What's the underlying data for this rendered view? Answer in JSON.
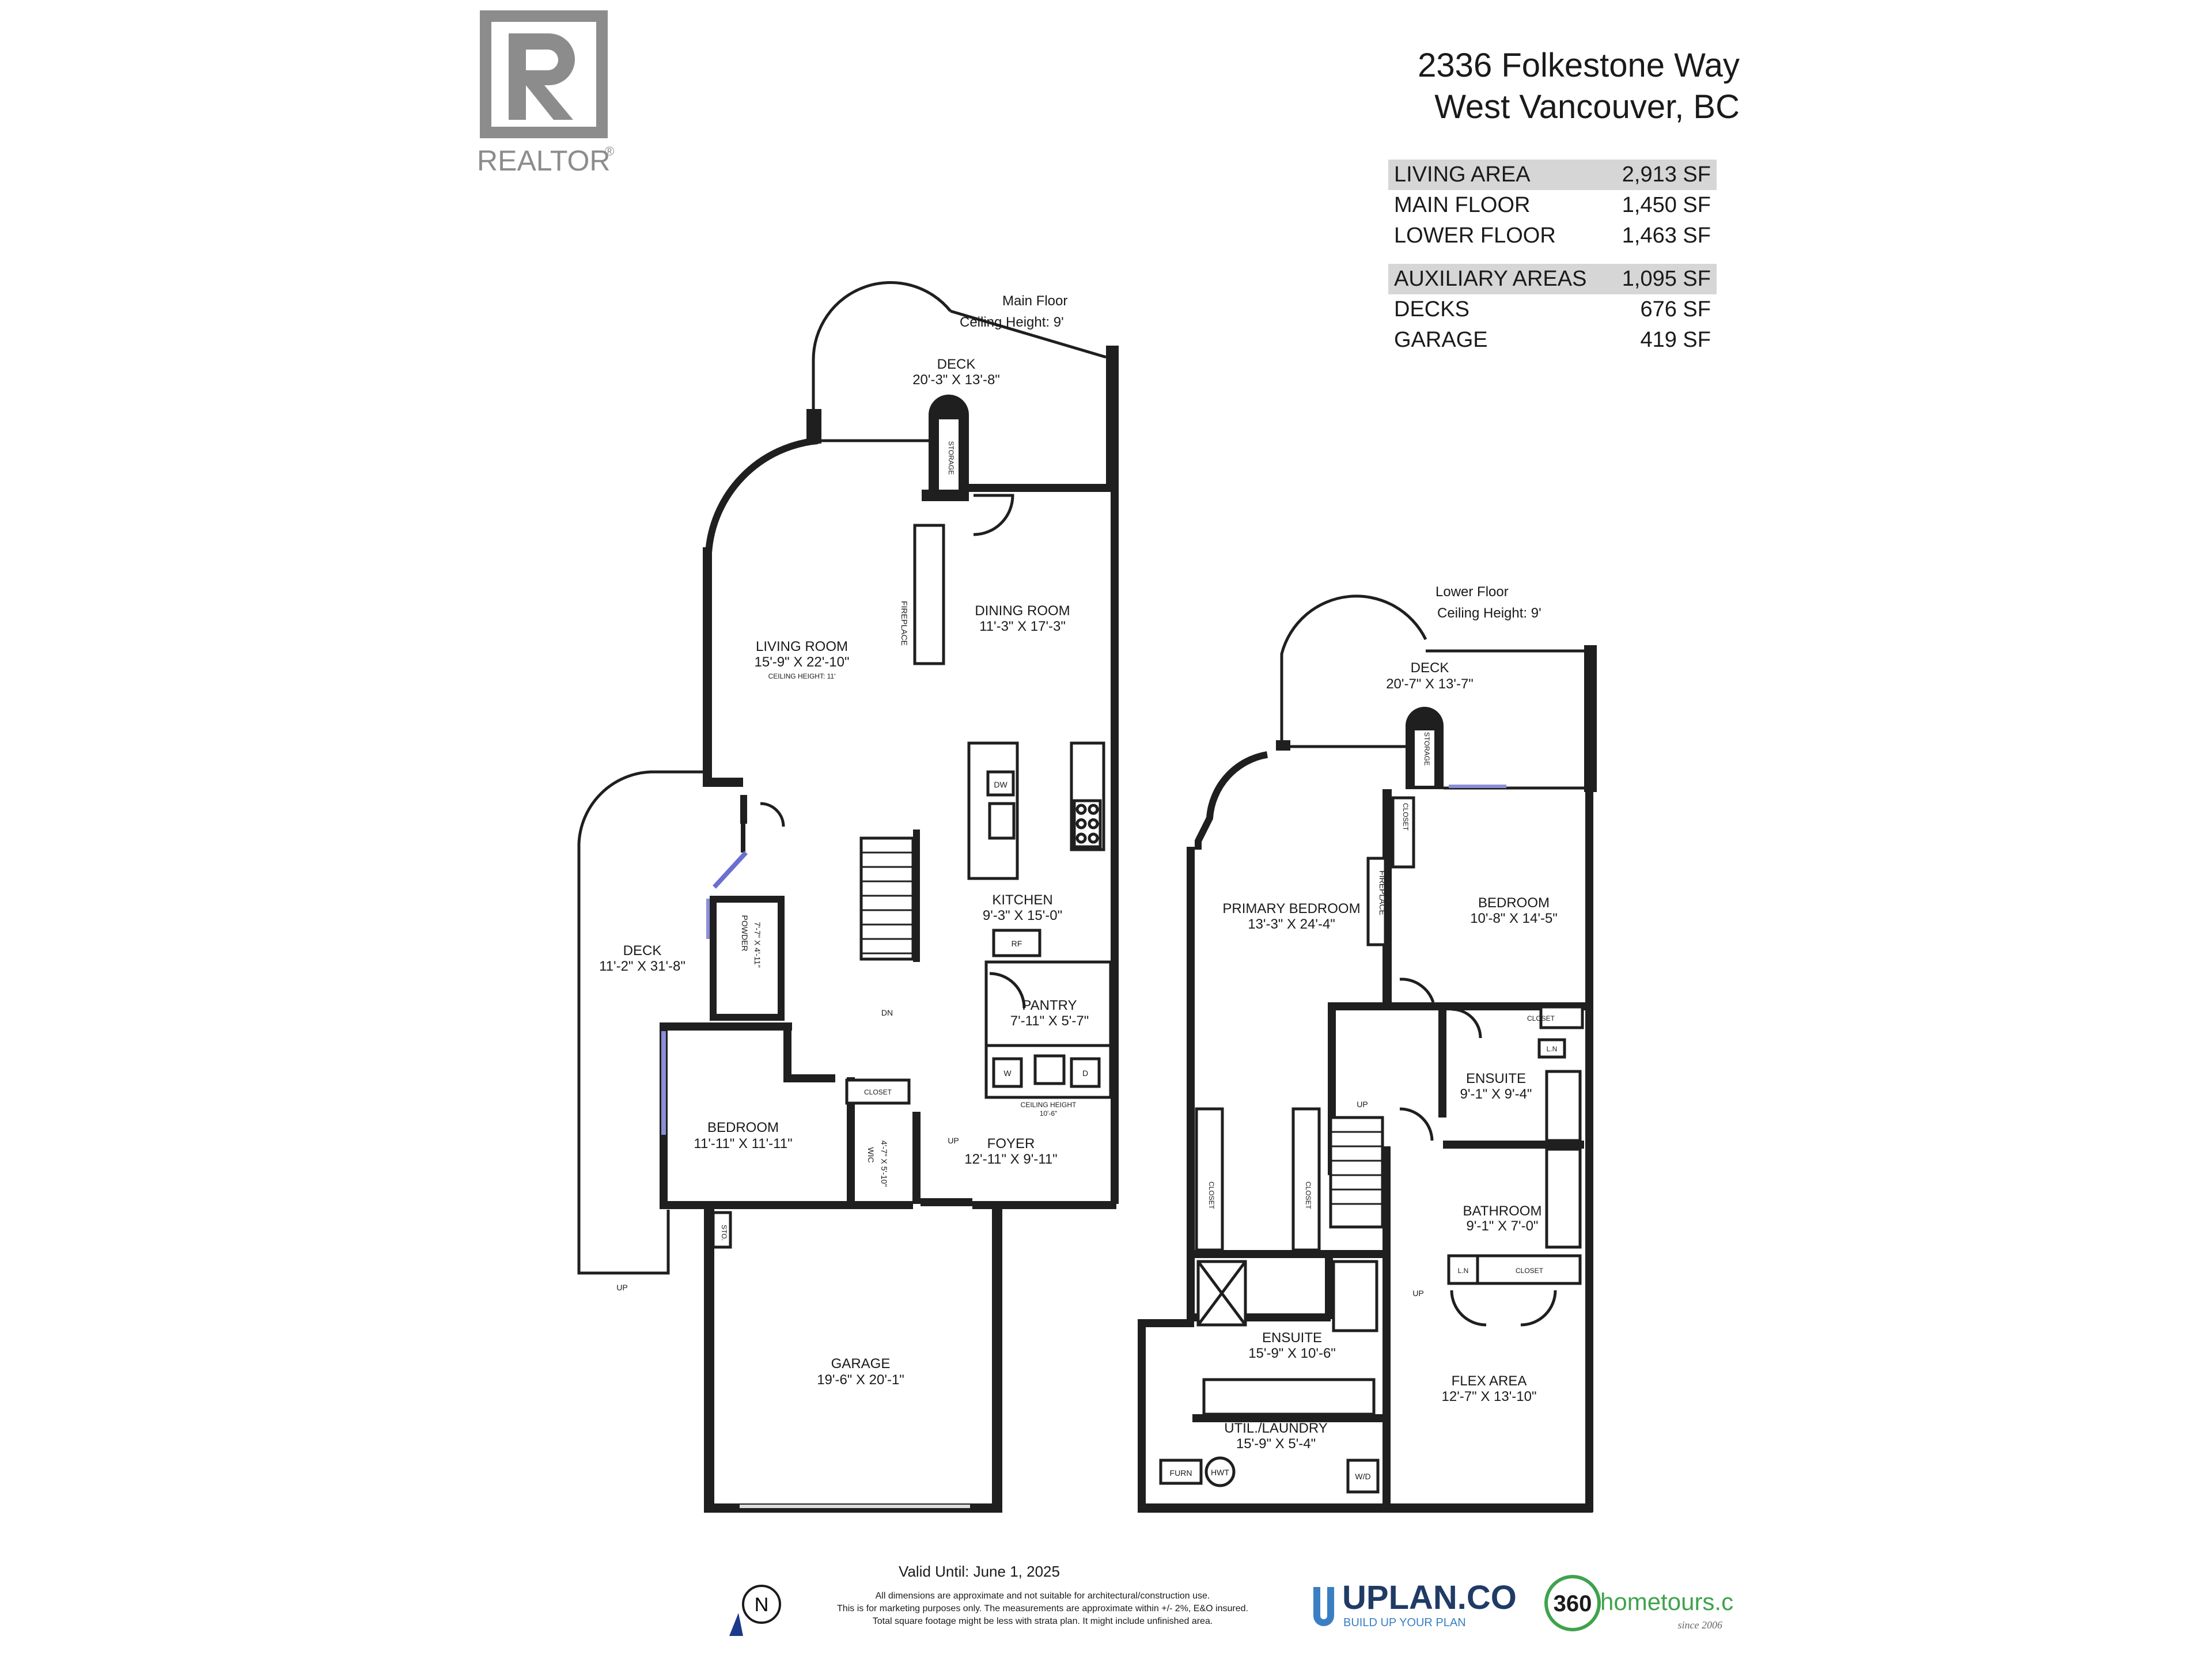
{
  "brand": {
    "realtor_text": "REALTOR",
    "realtor_mark": "®"
  },
  "address": {
    "line1": "2336 Folkestone Way",
    "line2": "West Vancouver, BC"
  },
  "areas": {
    "living": {
      "label": "LIVING AREA",
      "value": "2,913 SF"
    },
    "main_floor": {
      "label": "MAIN FLOOR",
      "value": "1,450 SF"
    },
    "lower_floor": {
      "label": "LOWER FLOOR",
      "value": "1,463 SF"
    },
    "auxiliary": {
      "label": "AUXILIARY AREAS",
      "value": "1,095 SF"
    },
    "decks": {
      "label": "DECKS",
      "value": "676 SF"
    },
    "garage": {
      "label": "GARAGE",
      "value": "419 SF"
    }
  },
  "main_floor": {
    "title": "Main Floor",
    "ceiling": "Ceiling Height: 9'",
    "deck_top": {
      "name": "DECK",
      "dims": "20'-3\" X 13'-8\""
    },
    "storage": "STORAGE",
    "fireplace": "FIREPLACE",
    "dining": {
      "name": "DINING ROOM",
      "dims": "11'-3\" X 17'-3\""
    },
    "living": {
      "name": "LIVING ROOM",
      "dims": "15'-9\" X 22'-10\"",
      "note": "CEILING HEIGHT: 11'"
    },
    "kitchen": {
      "name": "KITCHEN",
      "dims": "9'-3\" X 15'-0\""
    },
    "dw": "DW",
    "rf": "RF",
    "deck_side": {
      "name": "DECK",
      "dims": "11'-2\" X 31'-8\""
    },
    "powder": {
      "name": "POWDER",
      "dims": "7'-7\" X 4'-11\""
    },
    "dn": "DN",
    "pantry": {
      "name": "PANTRY",
      "dims": "7'-11\" X 5'-7\""
    },
    "w": "W",
    "d": "D",
    "ceiling_laundry": "CEILING HEIGHT",
    "ceiling_laundry_val": "10'-6\"",
    "closet": "CLOSET",
    "bedroom": {
      "name": "BEDROOM",
      "dims": "11'-11\" X 11'-11\""
    },
    "wic": {
      "name": "WIC",
      "dims": "4'-7\" X 5'-10\""
    },
    "up": "UP",
    "foyer": {
      "name": "FOYER",
      "dims": "12'-11\" X 9'-11\""
    },
    "sto": "STO.",
    "garage": {
      "name": "GARAGE",
      "dims": "19'-6\" X 20'-1\""
    }
  },
  "lower_floor": {
    "title": "Lower Floor",
    "ceiling": "Ceiling Height: 9'",
    "deck": {
      "name": "DECK",
      "dims": "20'-7\" X 13'-7\""
    },
    "storage": "STORAGE",
    "closet": "CLOSET",
    "fireplace": "FIREPLACE",
    "primary": {
      "name": "PRIMARY BEDROOM",
      "dims": "13'-3\" X 24'-4\""
    },
    "bedroom": {
      "name": "BEDROOM",
      "dims": "10'-8\" X 14'-5\""
    },
    "ln": "L.N",
    "ensuite_small": {
      "name": "ENSUITE",
      "dims": "9'-1\" X 9'-4\""
    },
    "up": "UP",
    "bathroom": {
      "name": "BATHROOM",
      "dims": "9'-1\" X 7'-0\""
    },
    "ensuite_large": {
      "name": "ENSUITE",
      "dims": "15'-9\" X 10'-6\""
    },
    "flex": {
      "name": "FLEX AREA",
      "dims": "12'-7\" X 13'-10\""
    },
    "util": {
      "name": "UTIL./LAUNDRY",
      "dims": "15'-9\" X 5'-4\""
    },
    "furn": "FURN",
    "hwt": "HWT",
    "wd": "W/D"
  },
  "footer": {
    "valid": "Valid Until: June 1, 2025",
    "disclaimer1": "All dimensions are approximate and not suitable for architectural/construction use.",
    "disclaimer2": "This is for marketing purposes only. The measurements are approximate within +/- 2%, E&O insured.",
    "disclaimer3": "Total square footage might be less with strata plan. It might include unfinished area.",
    "north": "N",
    "uplan": "UPLAN.CO",
    "uplan_tag": "BUILD UP YOUR PLAN",
    "ht_360": "360",
    "ht_name": "hometours.ca",
    "ht_since": "since 2006"
  }
}
